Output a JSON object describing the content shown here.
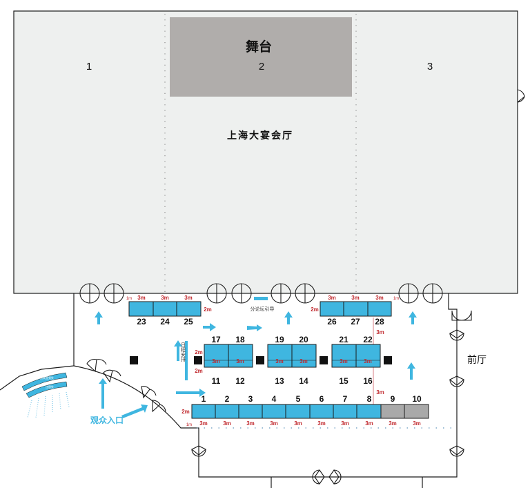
{
  "hall": {
    "stage_label": "舞台",
    "name": "上海大宴会厅",
    "sections": [
      "1",
      "2",
      "3"
    ]
  },
  "foyer_label": "前厅",
  "entrance_label": "观众入口",
  "forum_guide_label": "分论坛引导",
  "schedule_label": "日程安排",
  "registration": {
    "top_label": "贵宾签到处",
    "bottom_label": "注册处"
  },
  "booths": {
    "bottom_row": [
      "1",
      "2",
      "3",
      "4",
      "5",
      "6",
      "7",
      "8",
      "9",
      "10"
    ],
    "top_left": [
      "23",
      "24",
      "25"
    ],
    "top_right": [
      "26",
      "27",
      "28"
    ],
    "islands": [
      {
        "top": [
          "17",
          "18"
        ],
        "bottom": [
          "11",
          "12"
        ]
      },
      {
        "top": [
          "19",
          "20"
        ],
        "bottom": [
          "13",
          "14"
        ]
      },
      {
        "top": [
          "21",
          "22"
        ],
        "bottom": [
          "15",
          "16"
        ]
      }
    ]
  },
  "dimensions": {
    "three_m": "3m",
    "two_m": "2m",
    "one_m": "1m"
  },
  "colors": {
    "booth": "#3fb6e0",
    "booth_unavailable": "#a9a9a9",
    "stage": "#b0adab",
    "hall": "#eef0ef",
    "dimension_text": "#c0282d"
  }
}
